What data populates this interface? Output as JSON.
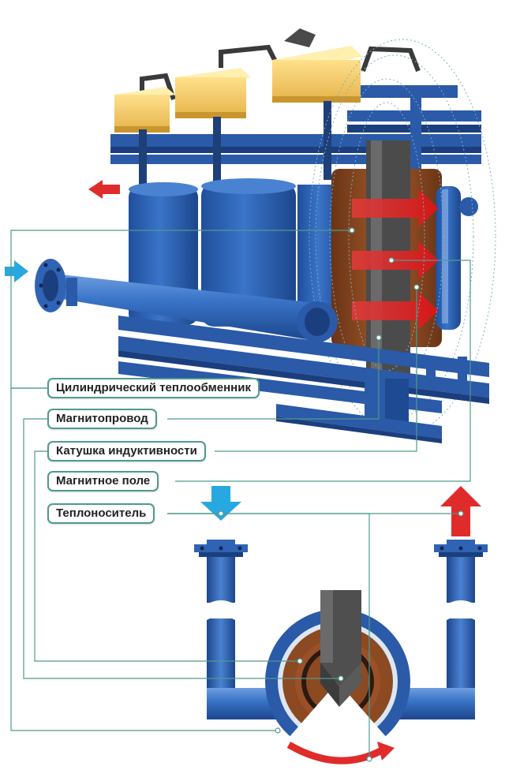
{
  "labels": {
    "heat_exchanger": "Цилиндрический теплообменник",
    "magnetic_core": "Магнитопровод",
    "inductor_coil": "Катушка индуктивности",
    "magnetic_field": "Магнитное поле",
    "coolant": "Теплоноситель"
  },
  "colors": {
    "steel_blue": "#2f63b4",
    "leader_line": "#4f9a8e",
    "coil_brown": "#8b4a22",
    "core_gray": "#555555",
    "insulator_yellow": "#f3c862",
    "inflow_arrow": "#27a8e0",
    "outflow_arrow": "#e02b2b"
  }
}
